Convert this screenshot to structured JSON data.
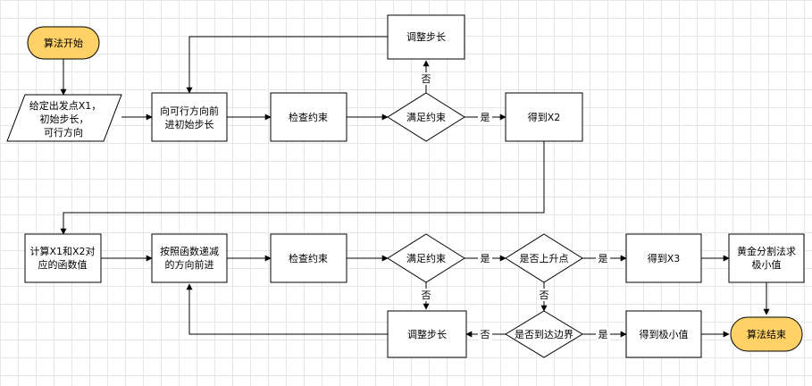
{
  "colors": {
    "terminal_fill": "#ffd166",
    "stroke": "#000000",
    "node_fill": "#ffffff"
  },
  "nodes": {
    "start": "算法开始",
    "input": [
      "给定出发点X1，",
      "初始步长，",
      "可行方向"
    ],
    "advance1": [
      "向可行方向前",
      "进初始步长"
    ],
    "check1": "检查约束",
    "decision1": "满足约束",
    "adjust1": "调整步长",
    "get_x2": "得到X2",
    "compute": [
      "计算X1和X2对",
      "应的函数值"
    ],
    "advance2": [
      "按照函数递减",
      "的方向前进"
    ],
    "check2": "检查约束",
    "decision2": "满足约束",
    "decision3": "是否上升点",
    "get_x3": "得到X3",
    "golden": [
      "黄金分割法求",
      "极小值"
    ],
    "adjust2": "调整步长",
    "decision4": "是否到达边界",
    "get_min": "得到极小值",
    "end": "算法结束"
  },
  "edge_labels": {
    "yes": "是",
    "no": "否"
  }
}
